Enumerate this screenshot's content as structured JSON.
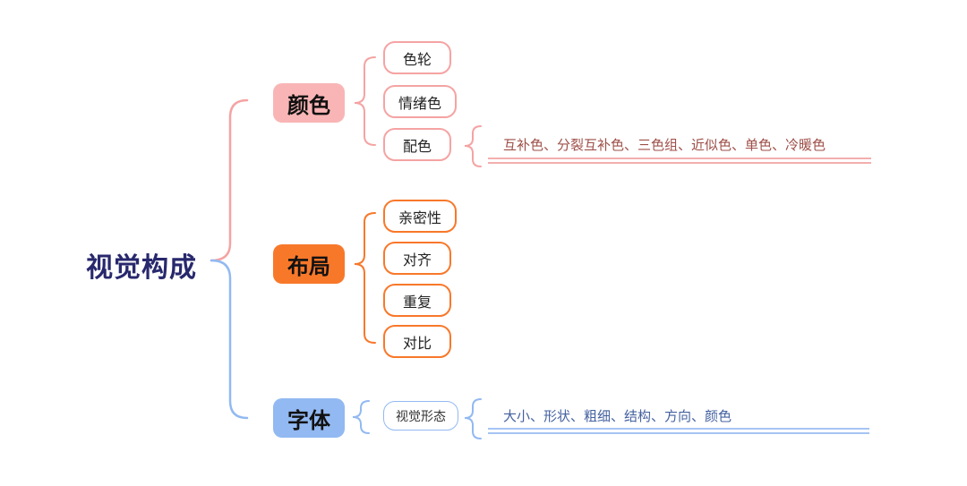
{
  "root": {
    "label": "视觉构成"
  },
  "branches": [
    {
      "label": "颜色",
      "children": [
        "色轮",
        "情绪色",
        "配色"
      ],
      "leaf": "互补色、分裂互补色、三色组、近似色、单色、冷暖色"
    },
    {
      "label": "布局",
      "children": [
        "亲密性",
        "对齐",
        "重复",
        "对比"
      ]
    },
    {
      "label": "字体",
      "children": [
        "视觉形态"
      ],
      "leaf": "大小、形状、粗细、结构、方向、颜色"
    }
  ],
  "colors": {
    "pink_fill": "#F9B5B5",
    "pink_stroke": "#F5A3A3",
    "pink_underline": "#F3AEAE",
    "pink_text": "#9E4F48",
    "orange_fill": "#F8782A",
    "orange_stroke": "#F8782A",
    "blue_fill": "#92B9F2",
    "blue_stroke": "#92B9F2",
    "blue_underline": "#A6C4F4",
    "blue_text": "#44619F",
    "root_text": "#28286E"
  }
}
